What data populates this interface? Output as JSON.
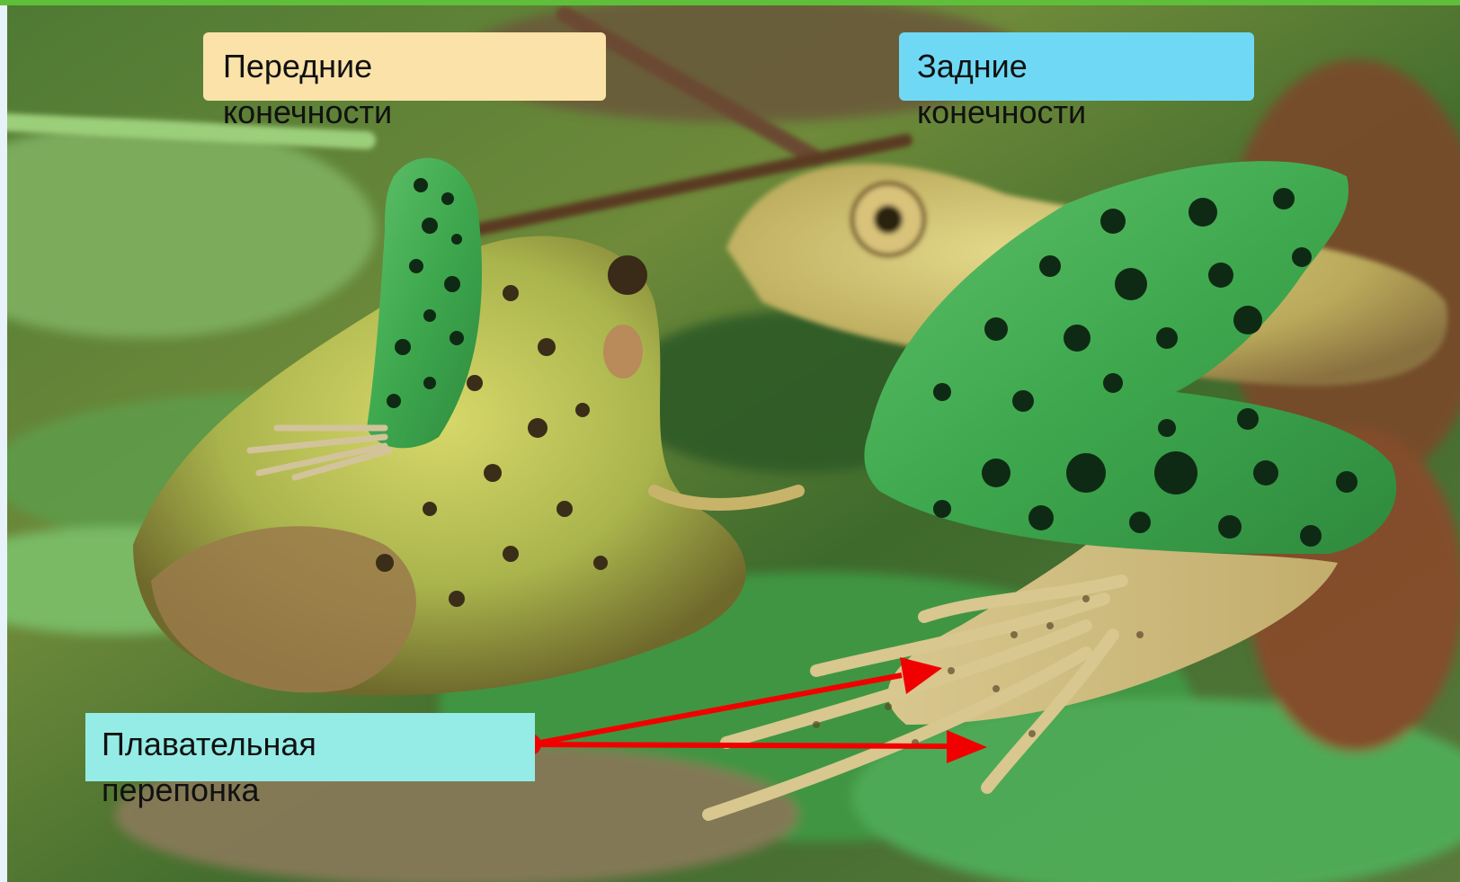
{
  "labels": {
    "front": "Передние\nконечности",
    "hind": "Задние\nконечности",
    "web": "Плавательная\nперепонка"
  },
  "colors": {
    "front_box": "#fbe2a8",
    "hind_box": "#6fd9f5",
    "web_box": "#95ece6",
    "arrow": "#f00000",
    "top_strip": "#5fbf3a"
  },
  "icons": [
    "frog-photo",
    "frog-front-leg-illustration",
    "frog-hind-leg-illustration",
    "arrow-icon"
  ]
}
